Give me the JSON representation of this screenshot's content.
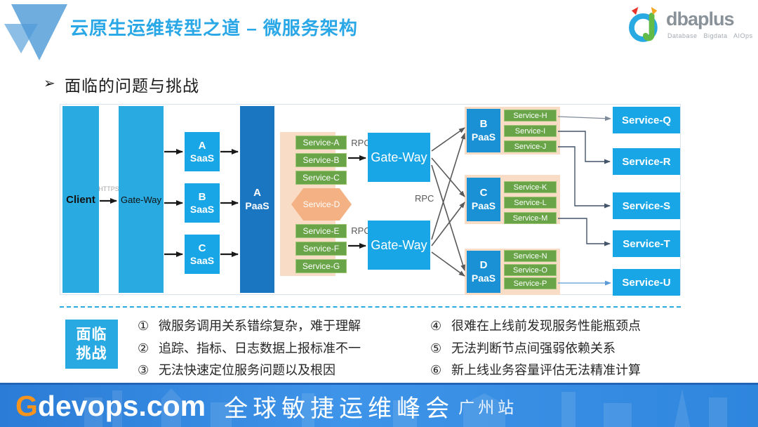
{
  "colors": {
    "title_blue": "#2aa7e6",
    "bar_blue": "#29abe2",
    "box_cyan": "#18a6e6",
    "paas_dark_blue": "#1b76c2",
    "paas_mid_blue": "#1a90d5",
    "service_green": "#69a548",
    "panel_peach": "#f8dcc5",
    "hexagon_orange": "#f4b183",
    "arrow_gray": "#595959",
    "elbow_slate": "#44546a",
    "link_blue": "#5b9bd5",
    "challenge_cyan": "#29a9e1",
    "footer_blue": "#2f86dd",
    "gdevops_orange": "#f7941e",
    "dash_blue": "#29abe2"
  },
  "header": {
    "title": "云原生运维转型之道 – 微服务架构",
    "dbaplus": {
      "wordmark": "dbaplus",
      "tagline": "Database  Bigdata  AIOps"
    }
  },
  "heading": {
    "bullet": "➢",
    "text": "面临的问题与挑战"
  },
  "diagram": {
    "client": "Client",
    "https_label": "HTTPS",
    "gateway_bar": "Gate-Way",
    "saas_boxes": [
      {
        "line1": "A",
        "line2": "SaaS"
      },
      {
        "line1": "B",
        "line2": "SaaS"
      },
      {
        "line1": "C",
        "line2": "SaaS"
      }
    ],
    "apaas": {
      "line1": "A",
      "line2": "PaaS"
    },
    "mid_services_top": [
      "Service-A",
      "Service-B",
      "Service-C"
    ],
    "hexagon": "Service-D",
    "mid_services_bottom": [
      "Service-E",
      "Service-F",
      "Service-G"
    ],
    "rpc_top": "RPC",
    "rpc_bottom": "RPC",
    "rpc_mid": "RPC",
    "gateway_top": "Gate-Way",
    "gateway_bottom": "Gate-Way",
    "paas_groups": [
      {
        "line1": "B",
        "line2": "PaaS",
        "services": [
          "Service-H",
          "Service-I",
          "Service-J"
        ]
      },
      {
        "line1": "C",
        "line2": "PaaS",
        "services": [
          "Service-K",
          "Service-L",
          "Service-M"
        ]
      },
      {
        "line1": "D",
        "line2": "PaaS",
        "services": [
          "Service-N",
          "Service-O",
          "Service-P"
        ]
      }
    ],
    "right_services": [
      "Service-Q",
      "Service-R",
      "Service-S",
      "Service-T",
      "Service-U"
    ]
  },
  "challenges": {
    "label_line1": "面临",
    "label_line2": "挑战",
    "items_left": [
      {
        "marker": "①",
        "text": "微服务调用关系错综复杂，难于理解"
      },
      {
        "marker": "②",
        "text": "追踪、指标、日志数据上报标准不一"
      },
      {
        "marker": "③",
        "text": "无法快速定位服务问题以及根因"
      }
    ],
    "items_right": [
      {
        "marker": "④",
        "text": "很难在上线前发现服务性能瓶颈点"
      },
      {
        "marker": "⑤",
        "text": "无法判断节点间强弱依赖关系"
      },
      {
        "marker": "⑥",
        "text": "新上线业务容量评估无法精准计算"
      }
    ]
  },
  "footer": {
    "logo_g": "G",
    "logo_rest": "devops.com",
    "event": "全球敏捷运维峰会",
    "city": "广州站"
  }
}
